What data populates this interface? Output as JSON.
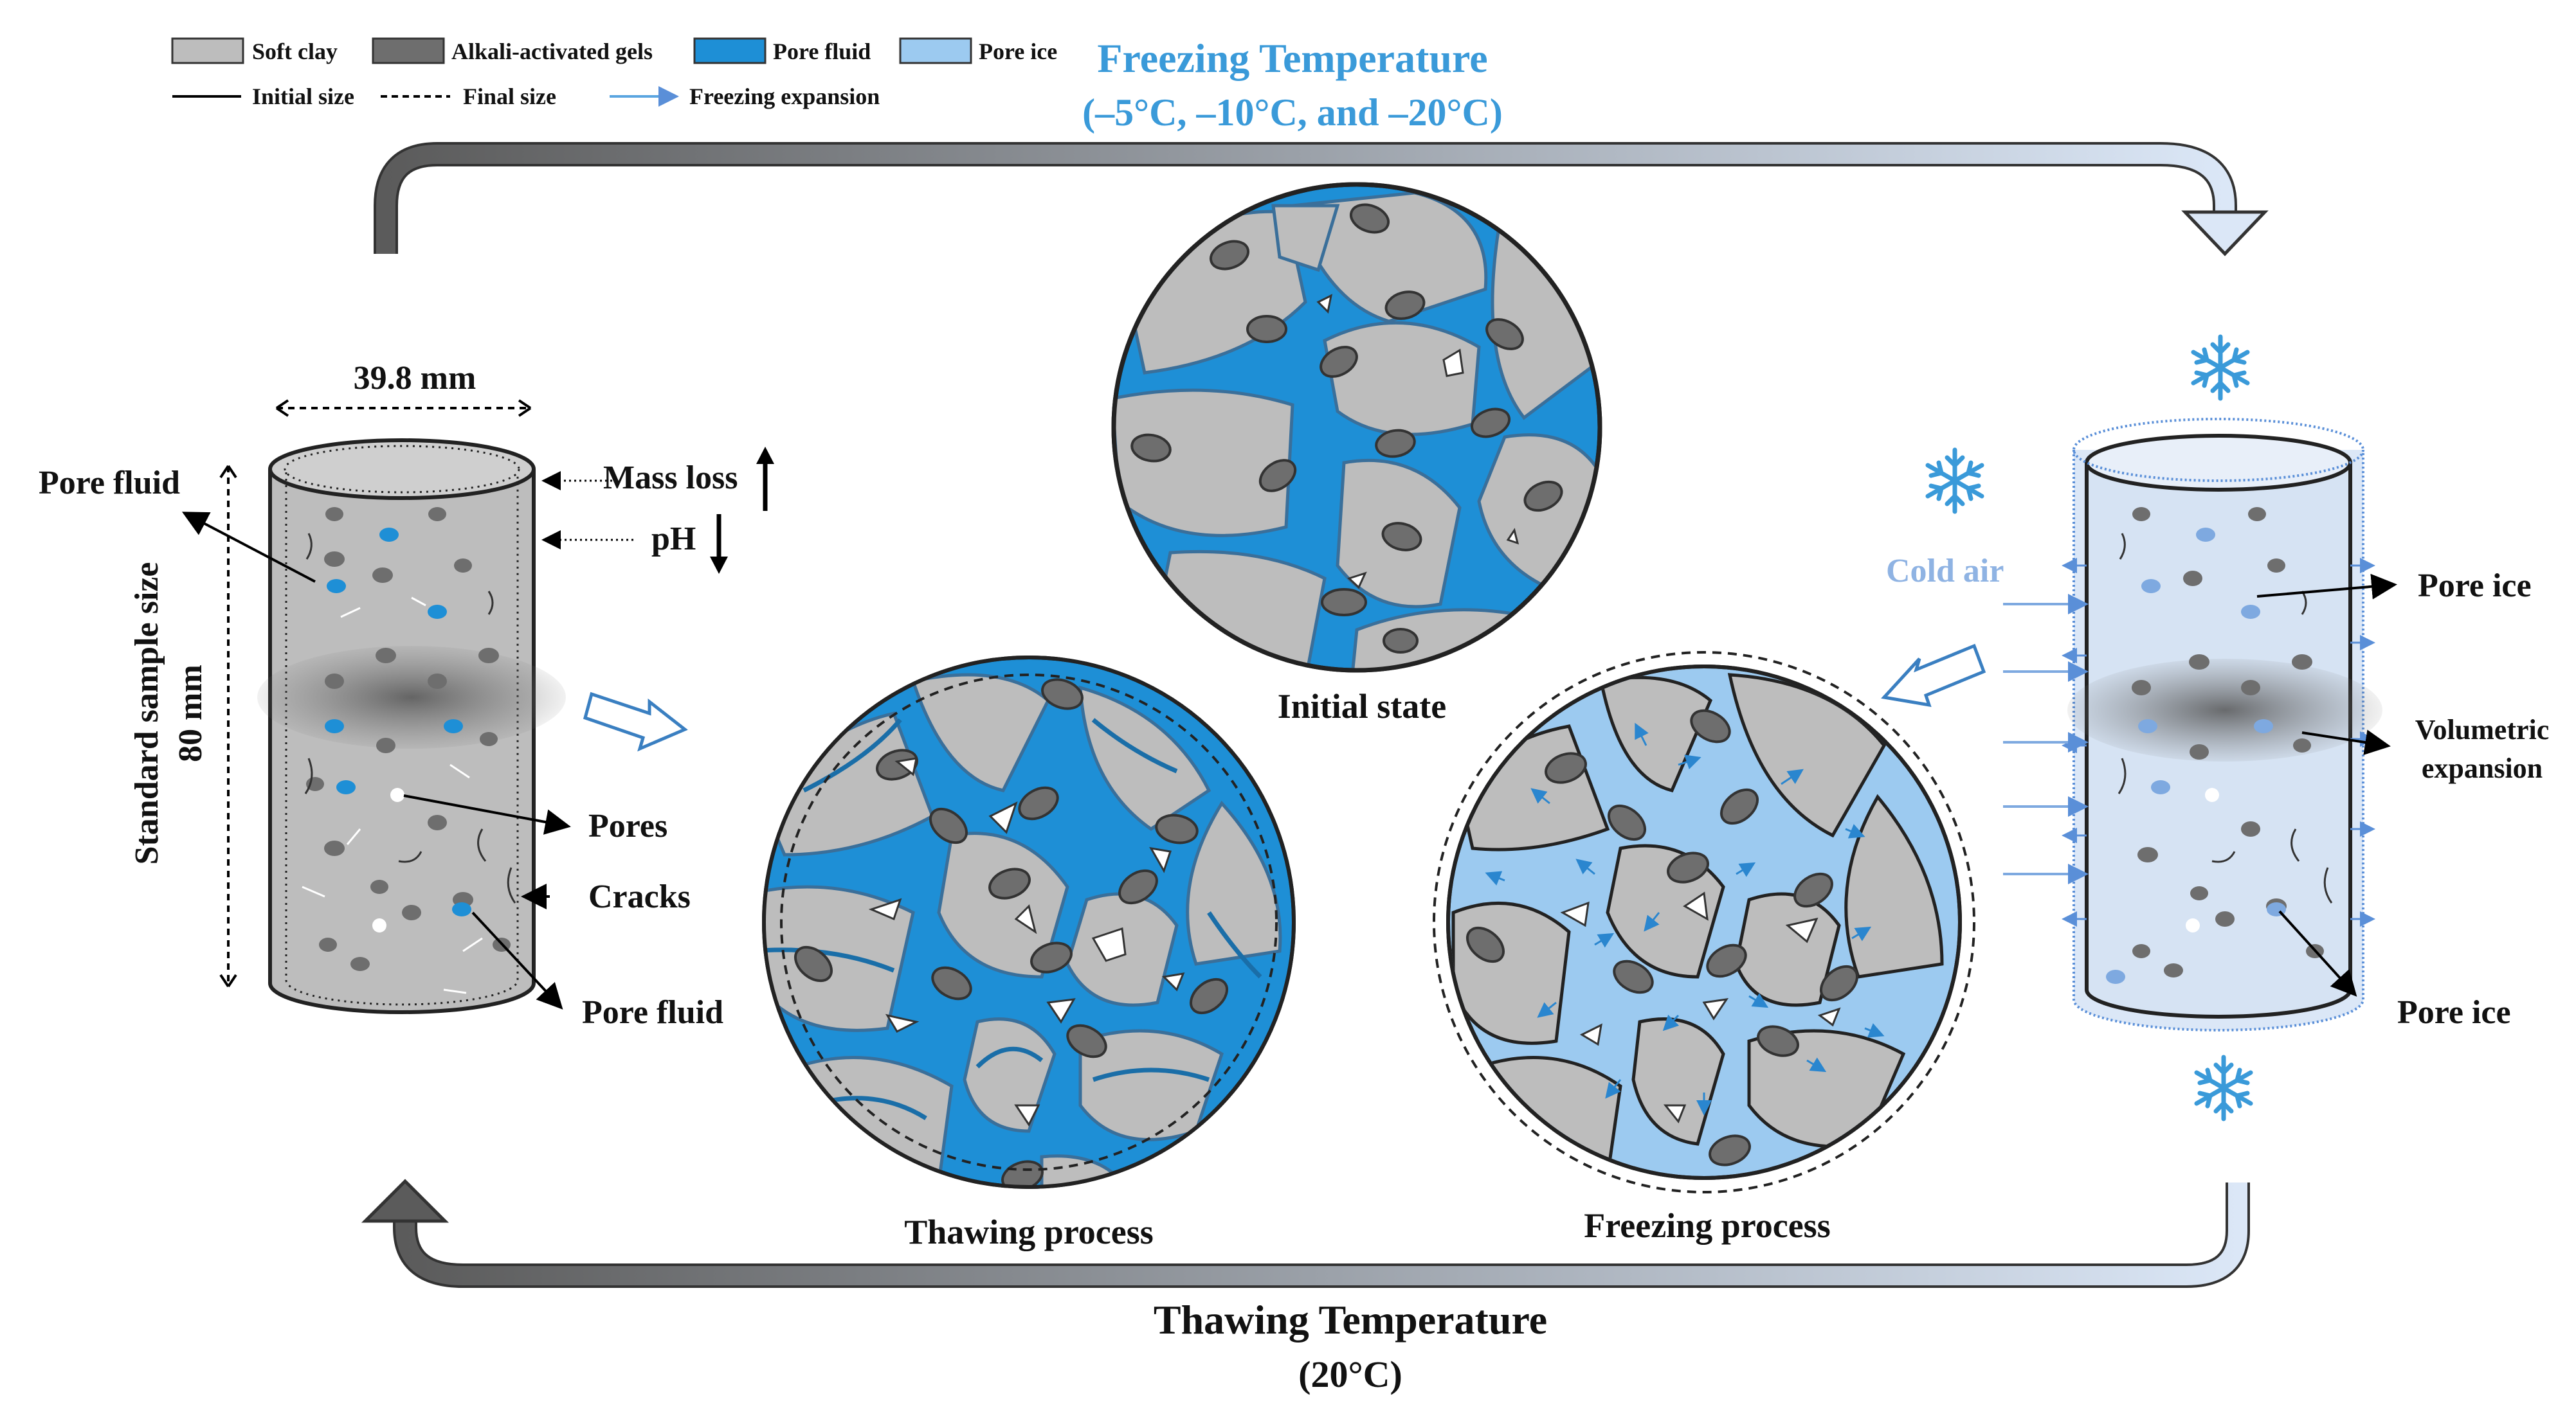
{
  "legend": {
    "soft_clay": "Soft clay",
    "gels": "Alkali-activated gels",
    "pore_fluid": "Pore fluid",
    "pore_ice": "Pore ice",
    "initial_size": "Initial size",
    "final_size": "Final size",
    "freezing_expansion": "Freezing expansion"
  },
  "freezing": {
    "title": "Freezing Temperature",
    "range": "(–5°C, –10°C, and –20°C)"
  },
  "thawing": {
    "title": "Thawing Temperature",
    "range": "(20°C)"
  },
  "sample": {
    "width": "39.8 mm",
    "height": "80 mm",
    "size_label": "Standard sample size",
    "pore_fluid": "Pore fluid",
    "mass_loss": "Mass loss",
    "ph": "pH",
    "pores": "Pores",
    "cracks": "Cracks",
    "pore_fluid_bottom": "Pore fluid"
  },
  "states": {
    "initial": "Initial state",
    "thawing": "Thawing process",
    "freezing": "Freezing process"
  },
  "frozen": {
    "cold_air": "Cold air",
    "pore_ice": "Pore ice",
    "volumetric_1": "Volumetric",
    "volumetric_2": "expansion",
    "pore_ice_bottom": "Pore ice"
  },
  "colors": {
    "soft_clay": "#bdbdbd",
    "gels": "#6e6e6e",
    "pore_fluid": "#1e8fd6",
    "pore_ice": "#9ccaf0",
    "accent_blue": "#3a9ad9",
    "cold_air": "#8fb3e3"
  },
  "icons": [
    "snowflake-icon",
    "arrow-up-icon",
    "arrow-down-icon",
    "hollow-arrow-icon"
  ]
}
